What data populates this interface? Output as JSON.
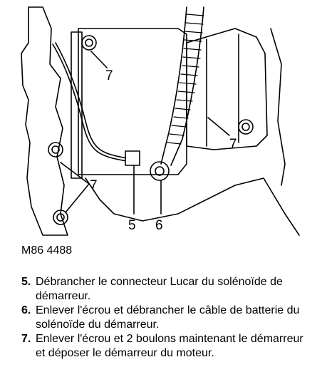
{
  "figure": {
    "callouts": [
      "7",
      "7",
      "7",
      "7",
      "5",
      "6"
    ],
    "code": "M86 4488"
  },
  "steps": [
    {
      "num": "5.",
      "text": "Débrancher le connecteur Lucar du solénoïde de démarreur."
    },
    {
      "num": "6.",
      "text": "Enlever l'écrou et débrancher le câble de batterie du solénoïde du démarreur."
    },
    {
      "num": "7.",
      "text": "Enlever l'écrou et 2 boulons maintenant le démarreur et déposer le démarreur du moteur."
    }
  ]
}
